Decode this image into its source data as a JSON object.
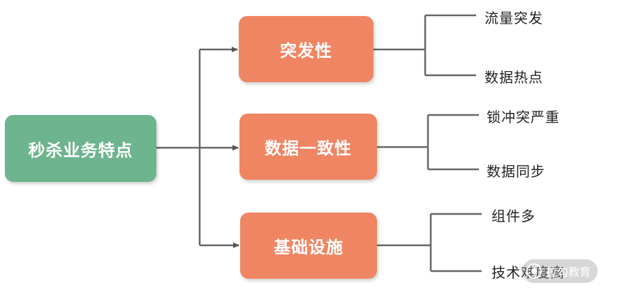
{
  "diagram": {
    "root": {
      "label": "秒杀业务特点",
      "color": "#6db48f"
    },
    "branches": [
      {
        "label": "突发性",
        "color": "#f08563",
        "leaves": [
          "流量突发",
          "数据热点"
        ]
      },
      {
        "label": "数据一致性",
        "color": "#f08563",
        "leaves": [
          "锁冲突严重",
          "数据同步"
        ]
      },
      {
        "label": "基础设施",
        "color": "#f08563",
        "leaves": [
          "组件多",
          "技术难度高"
        ]
      }
    ],
    "connector_color": "#555555"
  },
  "watermark": {
    "text": "拉勾教育"
  }
}
